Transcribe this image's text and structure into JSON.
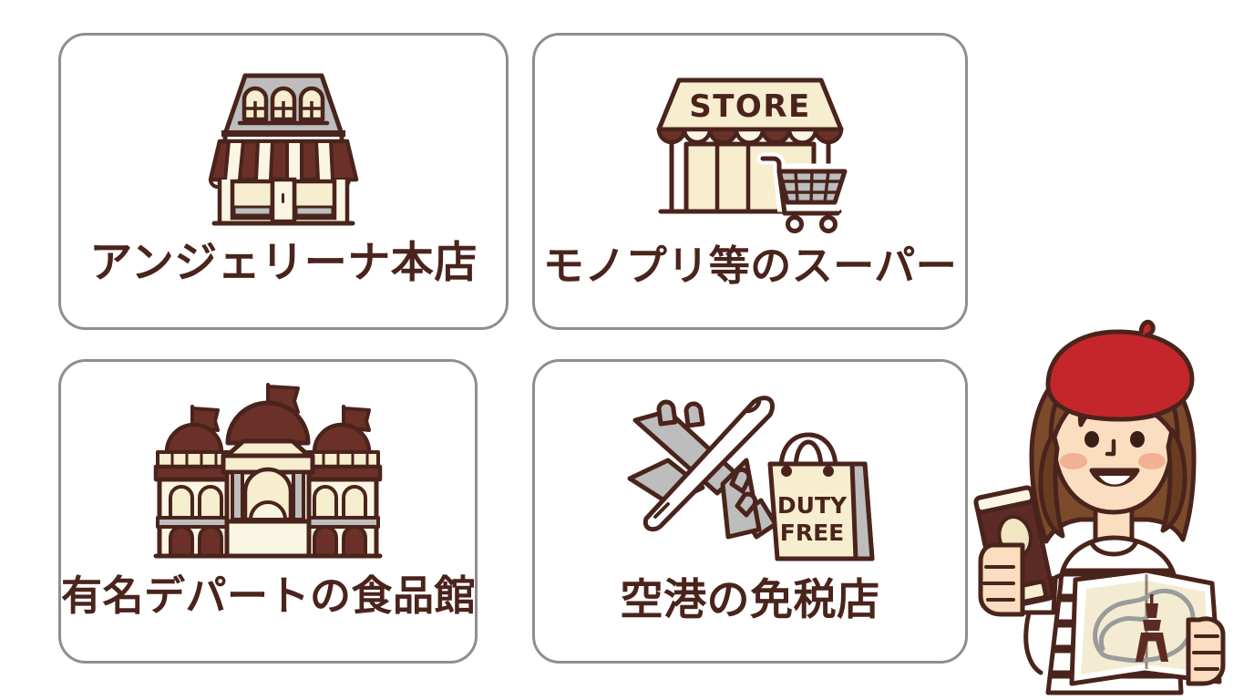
{
  "page": {
    "background_color": "#ffffff",
    "theme": {
      "outline": "#4a241c",
      "cream": "#f7edcf",
      "cream_light": "#fbf6e4",
      "gray_fill": "#bdbdbd",
      "gray_border": "#8e8e8e",
      "maroon": "#6b3129",
      "dark_maroon": "#4a241c",
      "beret_red": "#c5262b",
      "hair_brown": "#7c4b2c",
      "hair_brown_dark": "#6a3c22",
      "skin": "#fbddbf",
      "blush": "#f2b095",
      "white": "#ffffff"
    }
  },
  "cards": [
    {
      "id": "angelina-main-store",
      "label": "アンジェリーナ本店",
      "icon_name": "storefront-bakery-icon",
      "icon_description": "two-story shop with gray roof, three arched dormer windows, striped awning and double doors"
    },
    {
      "id": "monoprix-supermarket",
      "label": "モノプリ等のスーパー",
      "icon_name": "supermarket-store-icon",
      "icon_description": "storefront with STORE sign awning and a shopping cart",
      "sign_text": "STORE"
    },
    {
      "id": "famous-department-store-food-hall",
      "label": "有名デパートの食品館",
      "icon_name": "department-store-palace-icon",
      "icon_description": "grand palace building with three domes and three flags"
    },
    {
      "id": "airport-duty-free-shop",
      "label": "空港の免税店",
      "icon_name": "airplane-duty-free-icon",
      "icon_description": "airplane next to a shopping bag labelled DUTY FREE",
      "bag_text_line1": "DUTY",
      "bag_text_line2": "FREE"
    }
  ],
  "character": {
    "name": "french-traveler-woman",
    "description": "smiling woman wearing a red beret and striped shirt, holding a passport and a Paris map with the Eiffel Tower",
    "beret_color": "#c5262b",
    "hair_color": "#7c4b2c",
    "passport_color": "#5d2b26",
    "map_landmark": "eiffel-tower"
  }
}
